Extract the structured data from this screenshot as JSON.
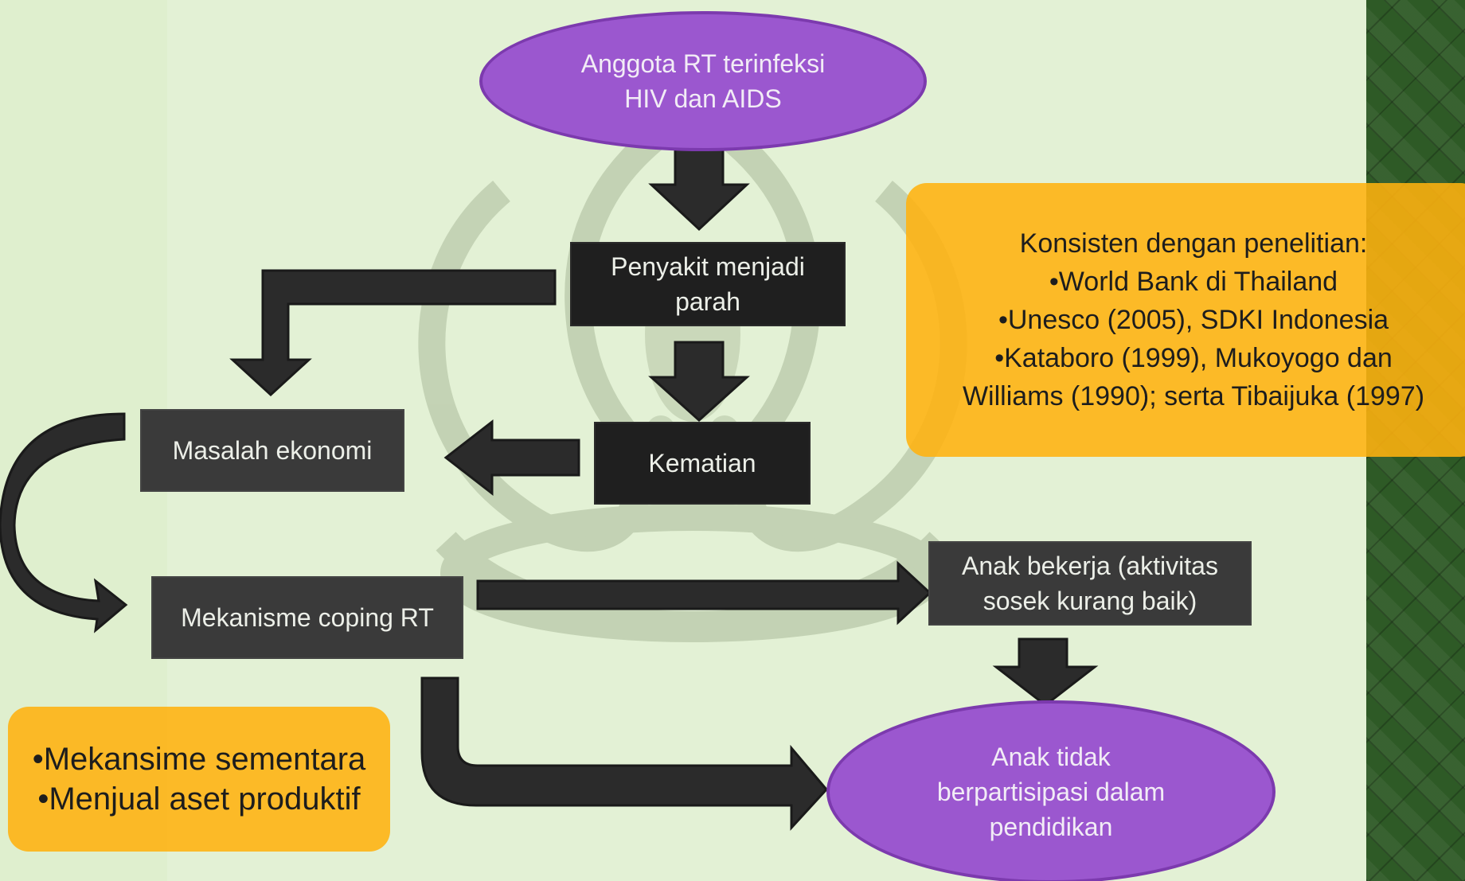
{
  "diagram": {
    "nodes": {
      "top": {
        "lines": [
          "Anggota RT terinfeksi",
          "HIV dan AIDS"
        ]
      },
      "penyakit": {
        "lines": [
          "Penyakit menjadi",
          "parah"
        ]
      },
      "kematian": {
        "label": "Kematian"
      },
      "ekonomi": {
        "label": "Masalah ekonomi"
      },
      "coping": {
        "label": "Mekanisme coping RT"
      },
      "bekerja": {
        "lines": [
          "Anak bekerja (aktivitas",
          "sosek kurang baik)"
        ]
      },
      "bottom": {
        "lines": [
          "Anak tidak",
          "berpartisipasi dalam",
          "pendidikan"
        ]
      }
    },
    "notes": {
      "right": {
        "lines": [
          "Konsisten dengan penelitian:",
          "•World Bank di Thailand",
          "•Unesco  (2005), SDKI Indonesia",
          "•Kataboro (1999), Mukoyogo dan",
          "Williams (1990); serta Tibaijuka (1997)"
        ]
      },
      "left": {
        "lines": [
          "•Mekansime sementara",
          "•Menjual aset produktif"
        ]
      }
    },
    "colors": {
      "background": "#e3f1d5",
      "box": "#1f1f1f",
      "box_grey": "#3a3a3a",
      "arrow": "#2b2b2b",
      "ellipse": "#9b57cf",
      "note": "#ffb20f",
      "strip": "#2e5a26"
    }
  }
}
